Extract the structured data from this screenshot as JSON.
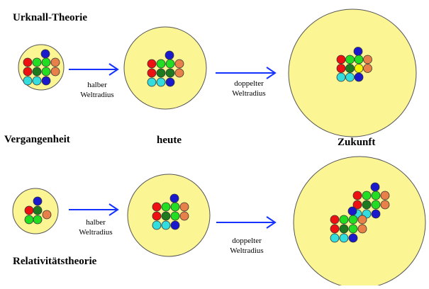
{
  "labels": {
    "big_bang_theory": "Urknall-Theorie",
    "past": "Vergangenheit",
    "today": "heute",
    "future": "Zukunft",
    "relativity_theory": "Relativitätstheorie"
  },
  "arrow_captions": {
    "half_line1": "halber",
    "half_line2": "Weltradius",
    "double_line1": "doppelter",
    "double_line2": "Weltradius"
  },
  "colors": {
    "universe_fill": "#fbf594",
    "universe_stroke": "#555555",
    "arrow": "#1632ff",
    "red": "#ee1111",
    "blue": "#1a1acc",
    "green": "#22dd22",
    "darkgreen": "#1e7a1e",
    "orange": "#e8804a",
    "cyan": "#33dddd",
    "yellow": "#f6f600"
  }
}
